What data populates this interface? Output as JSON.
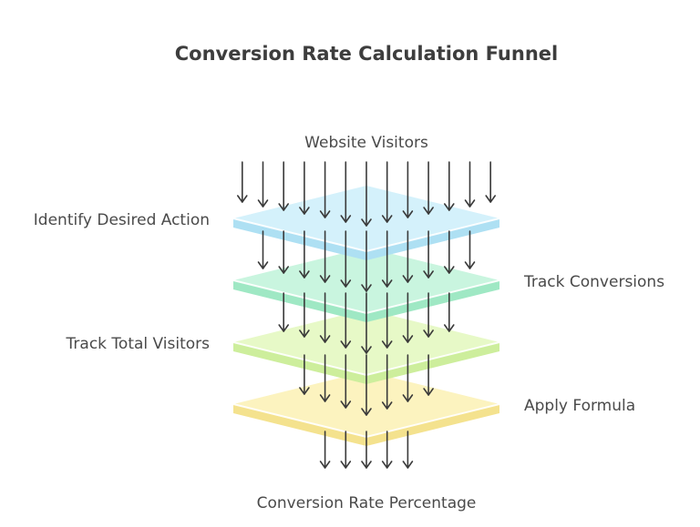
{
  "diagram": {
    "title": "Conversion Rate Calculation Funnel",
    "input_label": "Website Visitors",
    "output_label": "Conversion Rate Percentage",
    "layers": [
      {
        "label": "Identify Desired Action",
        "side": "left",
        "color": "#d4f1fb",
        "edge_color": "#aee0f3"
      },
      {
        "label": "Track Conversions",
        "side": "right",
        "color": "#c9f5df",
        "edge_color": "#9fe8c4"
      },
      {
        "label": "Track Total Visitors",
        "side": "left",
        "color": "#e7f9c7",
        "edge_color": "#cdee9c"
      },
      {
        "label": "Apply Formula",
        "side": "right",
        "color": "#fcf3bf",
        "edge_color": "#f4e28e"
      }
    ]
  }
}
